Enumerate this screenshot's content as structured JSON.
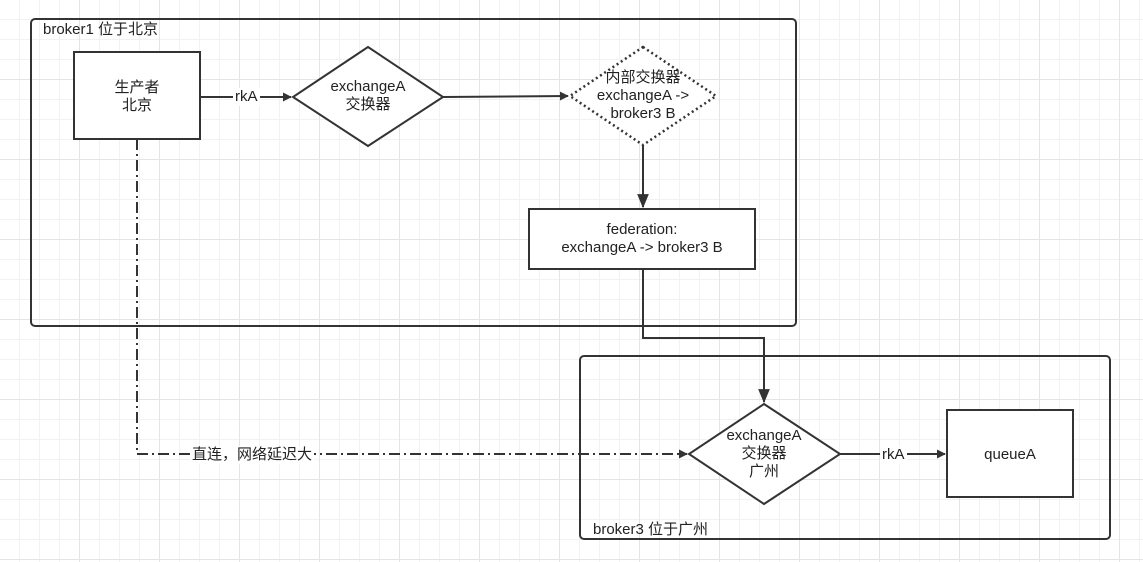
{
  "groups": {
    "broker1": "broker1 位于北京",
    "broker3": "broker3 位于广州"
  },
  "nodes": {
    "producer": {
      "line1": "生产者",
      "line2": "北京"
    },
    "exchangeA_beijing": {
      "line1": "exchangeA",
      "line2": "交换器"
    },
    "internal_exchange": {
      "line1": "内部交换器",
      "line2": "exchangeA ->",
      "line3": "broker3 B"
    },
    "federation": {
      "line1": "federation:",
      "line2": "exchangeA -> broker3 B"
    },
    "exchangeA_guangzhou": {
      "line1": "exchangeA",
      "line2": "交换器",
      "line3": "广州"
    },
    "queue": {
      "label": "queueA"
    }
  },
  "edges": {
    "producer_to_exchange": "rkA",
    "exchange_to_queue": "rkA",
    "direct_link": "直连，网络延迟大"
  },
  "colors": {
    "stroke": "#333333",
    "grid": "#e4e4e4",
    "background": "#ffffff"
  }
}
